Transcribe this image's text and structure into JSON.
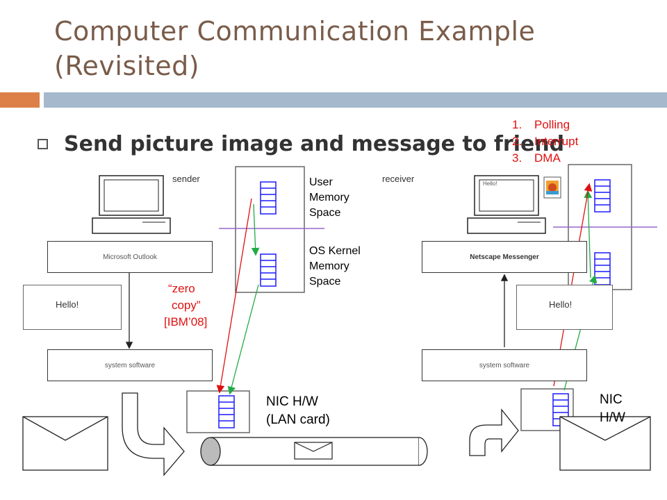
{
  "title_line1": "Computer Communication Example",
  "title_line2": "(Revisited)",
  "subtitle": "Send picture image and message to friend",
  "methods": [
    {
      "num": "1.",
      "label": "Polling"
    },
    {
      "num": "2.",
      "label": "Interrupt"
    },
    {
      "num": "3.",
      "label": "DMA"
    }
  ],
  "sender": {
    "label": "sender",
    "app": "Microsoft Outlook",
    "hello": "Hello!",
    "system": "system software"
  },
  "receiver": {
    "label": "receiver",
    "app": "Netscape Messenger",
    "hello": "Hello!",
    "screen_hello": "Hello!",
    "system": "system software"
  },
  "memory": {
    "user": [
      "User",
      "Memory",
      "Space"
    ],
    "kernel": [
      "OS Kernel",
      "Memory",
      "Space"
    ]
  },
  "zero_copy": [
    "“zero",
    "copy”",
    "[IBM’08]"
  ],
  "nic_left": [
    "NIC H/W",
    "(LAN card)"
  ],
  "nic_right": [
    "NIC",
    "H/W"
  ],
  "colors": {
    "accent_orange": "#dd8047",
    "accent_blue": "#a5b8cc",
    "arrow_red": "#e01010",
    "arrow_green": "#22aa44",
    "divider_purple": "#9966cc",
    "buffer_blue": "#1a1aff"
  }
}
